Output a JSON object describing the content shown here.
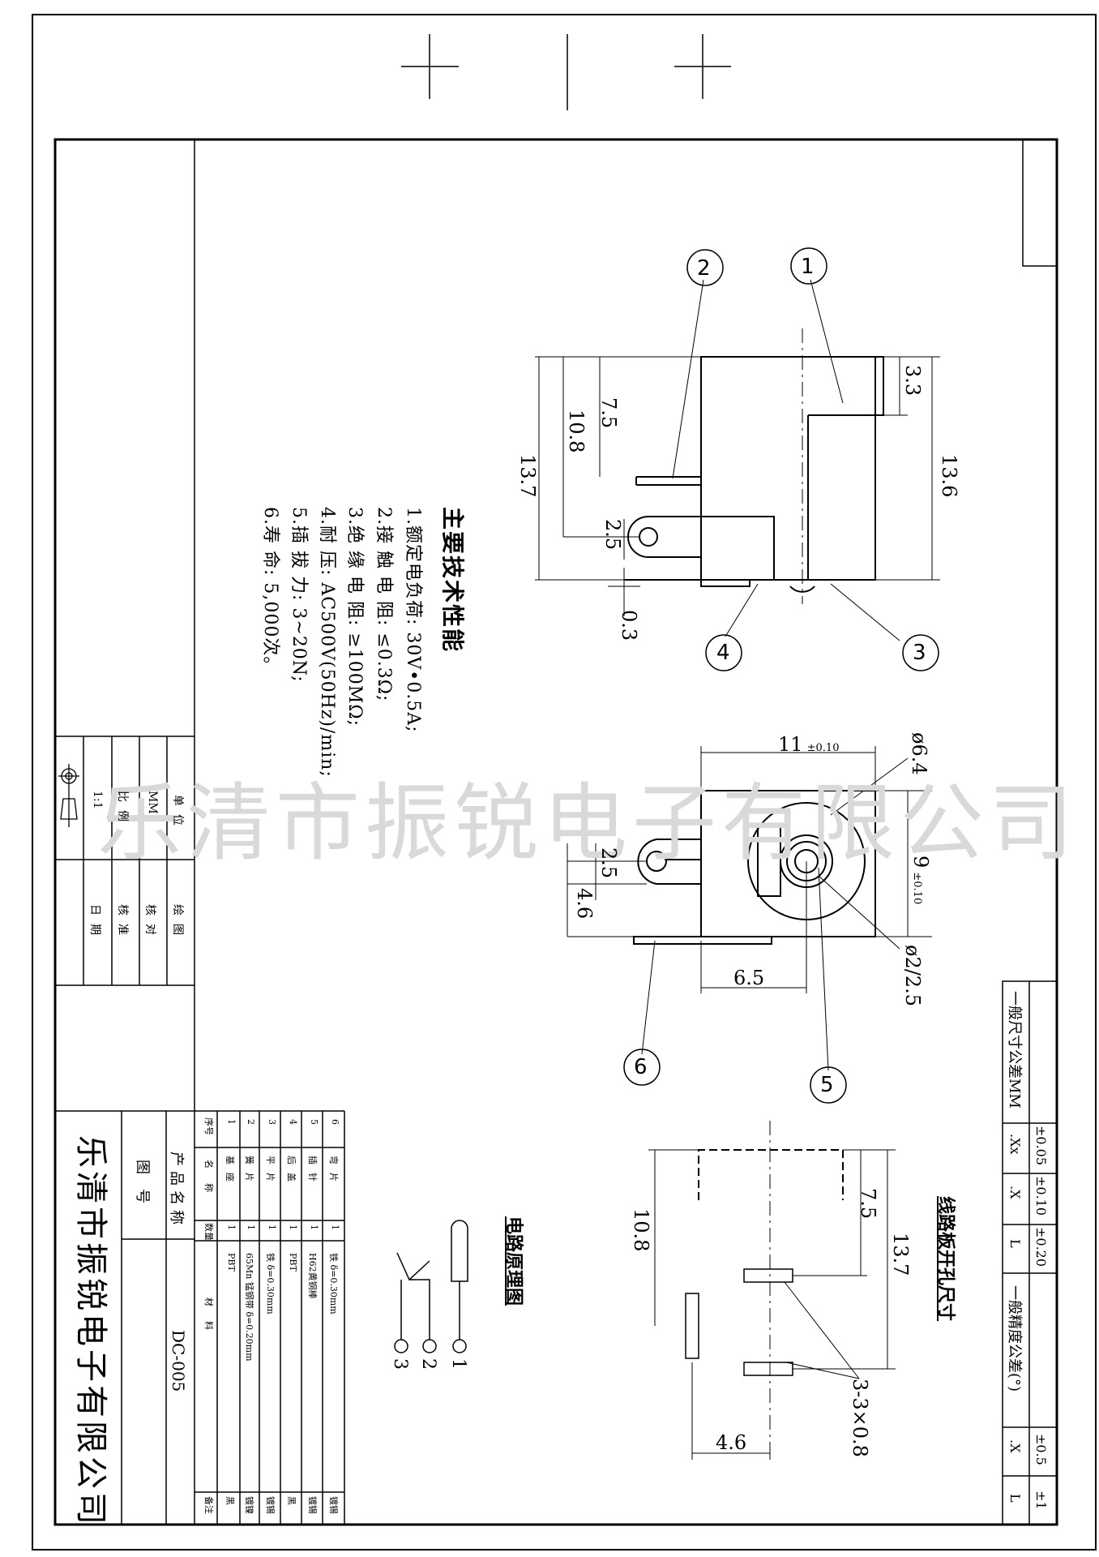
{
  "watermark": "乐清市振锐电子有限公司",
  "specs": {
    "title": "主要技术性能",
    "lines": [
      "1.额定电负荷:  30V•0.5A;",
      "2.接 触 电 阻: ≤0.3Ω;",
      "3.绝 缘 电 阻: ≥100MΩ;",
      "4.耐          压: AC500V(50Hz)/min;",
      "5.插    拔    力: 3~20N;",
      "6.寿          命: 5,000次。"
    ]
  },
  "side_view": {
    "callouts": [
      "1",
      "2",
      "3",
      "4"
    ],
    "dims": {
      "d33": "3.3",
      "d75": "7.5",
      "d108": "10.8",
      "d137": "13.7",
      "d136": "13.6",
      "d25": "2.5",
      "d03": "0.3"
    }
  },
  "front_view": {
    "callouts": [
      "5",
      "6"
    ],
    "dims": {
      "width": "11",
      "width_tol": "±0.10",
      "height": "9",
      "height_tol": "±0.10",
      "phi64": "ø6.4",
      "pin": "ø2/2.5",
      "d25": "2.5",
      "d46": "4.6",
      "d65": "6.5"
    }
  },
  "pcb": {
    "title": "线路板开孔尺寸",
    "dims": {
      "d75": "7.5",
      "d108": "10.8",
      "d137": "13.7",
      "d46": "4.6",
      "holes": "3-3×0.8"
    }
  },
  "circuit": {
    "title": "电路原理图",
    "pins": [
      "1",
      "2",
      "3"
    ]
  },
  "tolerance": {
    "size_title": "一般尺寸公差MM",
    "angle_title": "一般精度公差(°)",
    "headers": [
      ".Xx",
      ".X",
      "L"
    ],
    "values": [
      "±0.05",
      "±0.10",
      "±0.20"
    ],
    "angle_headers": [
      ".X",
      "L"
    ],
    "angle_values": [
      "±0.5",
      "±1"
    ]
  },
  "titleblock": {
    "unit_label": "单位",
    "unit_value": "MM",
    "scale_label": "比例",
    "scale_value": "1:1",
    "draw_label": "绘图",
    "check_label": "核对",
    "approve_label": "核准",
    "date_label": "日期"
  },
  "bom": {
    "headers": {
      "no": "序号",
      "name": "名称",
      "qty": "数量",
      "material": "材料",
      "remark": "备注"
    },
    "rows": [
      {
        "no": "6",
        "name": "弯片",
        "qty": "1",
        "material": "铁 δ=0.30mm",
        "remark": "镀锡"
      },
      {
        "no": "5",
        "name": "插针",
        "qty": "1",
        "material": "H62黄铜棒",
        "remark": "镀锡"
      },
      {
        "no": "4",
        "name": "后盖",
        "qty": "1",
        "material": "PBT",
        "remark": "黑"
      },
      {
        "no": "3",
        "name": "平片",
        "qty": "1",
        "material": "铁 δ=0.30mm",
        "remark": "镀锡"
      },
      {
        "no": "2",
        "name": "簧片",
        "qty": "1",
        "material": "65Mn 锰钢带 δ=0.20mm",
        "remark": "镀镍"
      },
      {
        "no": "1",
        "name": "基座",
        "qty": "1",
        "material": "PBT",
        "remark": "黑"
      }
    ]
  },
  "product": {
    "name_label": "产品名称",
    "drawing_label": "图号",
    "drawing_no": "DC-005",
    "company": "乐清市振锐电子有限公司"
  }
}
